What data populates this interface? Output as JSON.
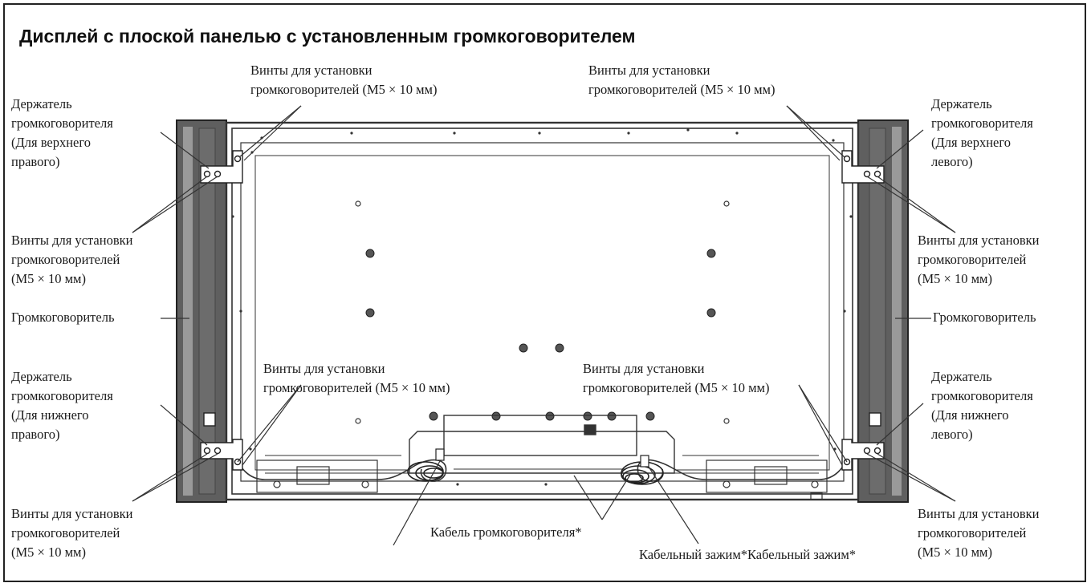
{
  "title": "Дисплей с плоской панелью с установленным громкоговорителем",
  "labels": {
    "screws_top_left": "Винты для установки\nгромкоговорителей (M5 × 10 мм)",
    "screws_top_right": "Винты для установки\nгромкоговорителей (M5 × 10 мм)",
    "holder_upper_right": "Держатель\nгромкоговорителя\n(Для верхнего\nправого)",
    "holder_upper_left": "Держатель\nгромкоговорителя\n(Для верхнего\nлевого)",
    "screws_left_upper": "Винты для установки\nгромкоговорителей\n(M5 × 10 мм)",
    "screws_right_upper": "Винты для установки\nгромкоговорителей\n(M5 × 10 мм)",
    "speaker_left": "Громкоговоритель",
    "speaker_right": "Громкоговоритель",
    "holder_lower_right": "Держатель\nгромкоговорителя\n(Для нижнего\nправого)",
    "holder_lower_left": "Держатель\nгромкоговорителя\n(Для нижнего\nлевого)",
    "screws_bottom_left_center": "Винты для установки\nгромкоговорителей (M5 × 10 мм)",
    "screws_bottom_right_center": "Винты для установки\nгромкоговорителей (M5 × 10 мм)",
    "screws_left_lower": "Винты для установки\nгромкоговорителей\n(M5 × 10 мм)",
    "screws_right_lower": "Винты для установки\nгромкоговорителей\n(M5 × 10 мм)",
    "speaker_cable": "Кабель громкоговорителя*",
    "cable_clamp": "Кабельный зажим*Кабельный зажим*"
  },
  "colors": {
    "speaker_fill": "#5f5f5f",
    "speaker_stripe": "#9a9a9a",
    "line": "#333333",
    "panel_fill": "#ffffff"
  }
}
